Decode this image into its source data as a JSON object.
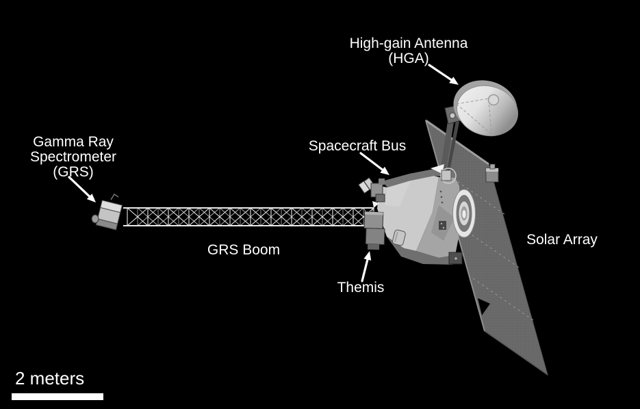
{
  "meta": {
    "description": "Labeled diagram of a Mars orbiter spacecraft with instruments",
    "background_color": "#000000",
    "label_color": "#ffffff"
  },
  "labels": {
    "hga": {
      "line1": "High-gain Antenna",
      "line2": "(HGA)"
    },
    "grs": {
      "line1": "Gamma Ray",
      "line2": "Spectrometer",
      "line3": "(GRS)"
    },
    "spacecraft_bus": "Spacecraft Bus",
    "grs_boom": "GRS Boom",
    "themis": "Themis",
    "solar_array": "Solar Array"
  },
  "scale_bar": {
    "label": "2 meters"
  },
  "colors": {
    "background": "#000000",
    "text": "#ffffff",
    "solar_array_panel": "#696969",
    "bus_light_face": "#cbcbcb",
    "dish": "#dcdcdc",
    "truss": "#eaeaea",
    "arrow": "#ffffff"
  }
}
